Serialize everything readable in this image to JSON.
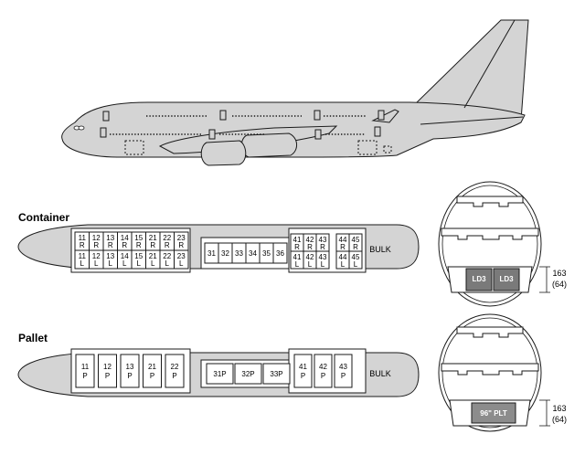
{
  "labels": {
    "container": "Container",
    "pallet": "Pallet",
    "bulk": "BULK",
    "bulk_pallet": "BULK",
    "container_height": "163",
    "container_height_in": "(64)",
    "pallet_height": "163",
    "pallet_height_in": "(64)",
    "ld3": "LD3",
    "pallet_type": "96\" PLT"
  },
  "container_fwd_pos": [
    "11",
    "12",
    "13",
    "14",
    "15",
    "21",
    "22",
    "23"
  ],
  "container_mid_pos": [
    "31",
    "32",
    "33",
    "34",
    "35",
    "36"
  ],
  "container_aft_pos": [
    "41",
    "42",
    "43"
  ],
  "container_aft2_pos": [
    "44",
    "45"
  ],
  "pallet_fwd_pos": [
    "11",
    "12",
    "13",
    "21",
    "22"
  ],
  "pallet_mid_pos": [
    "31P",
    "32P",
    "33P"
  ],
  "pallet_aft_pos": [
    "41",
    "42",
    "43"
  ],
  "side_codes": {
    "right": "R",
    "left": "L",
    "pallet": "P"
  },
  "colors": {
    "fuselage": "#d4d4d4",
    "outline": "#1a1a1a",
    "container_fill": "#7a7a7a",
    "pallet_fill": "#8c8c8c"
  }
}
